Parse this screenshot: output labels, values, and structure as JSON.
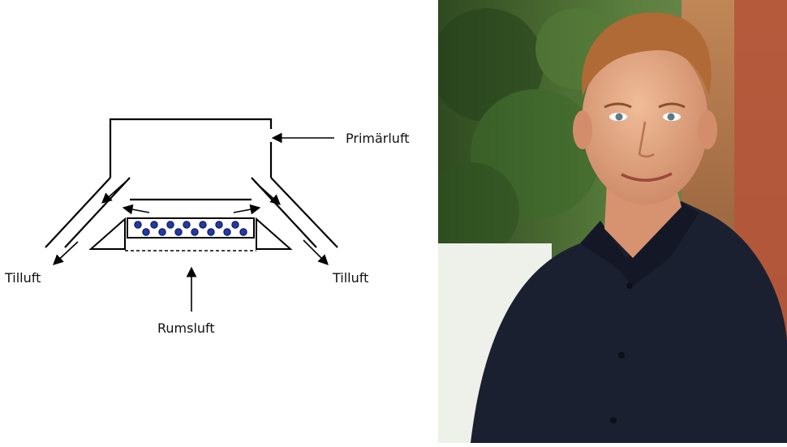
{
  "diagram": {
    "labels": {
      "primary_air": "Primärluft",
      "supply_air_left": "Tilluft",
      "supply_air_right": "Tilluft",
      "room_air": "Rumsluft"
    },
    "colors": {
      "line": "#000000",
      "coil_dot": "#1f3aa8",
      "coil_dot_edge": "#0a1240"
    }
  },
  "photo": {
    "subject": "portrait-of-man-in-dark-shirt",
    "colors": {
      "background_green": "#3f6b2d",
      "background_wood": "#b27a4e",
      "shirt": "#1b2030",
      "skin": "#e0a684",
      "hair": "#b06a35"
    }
  }
}
